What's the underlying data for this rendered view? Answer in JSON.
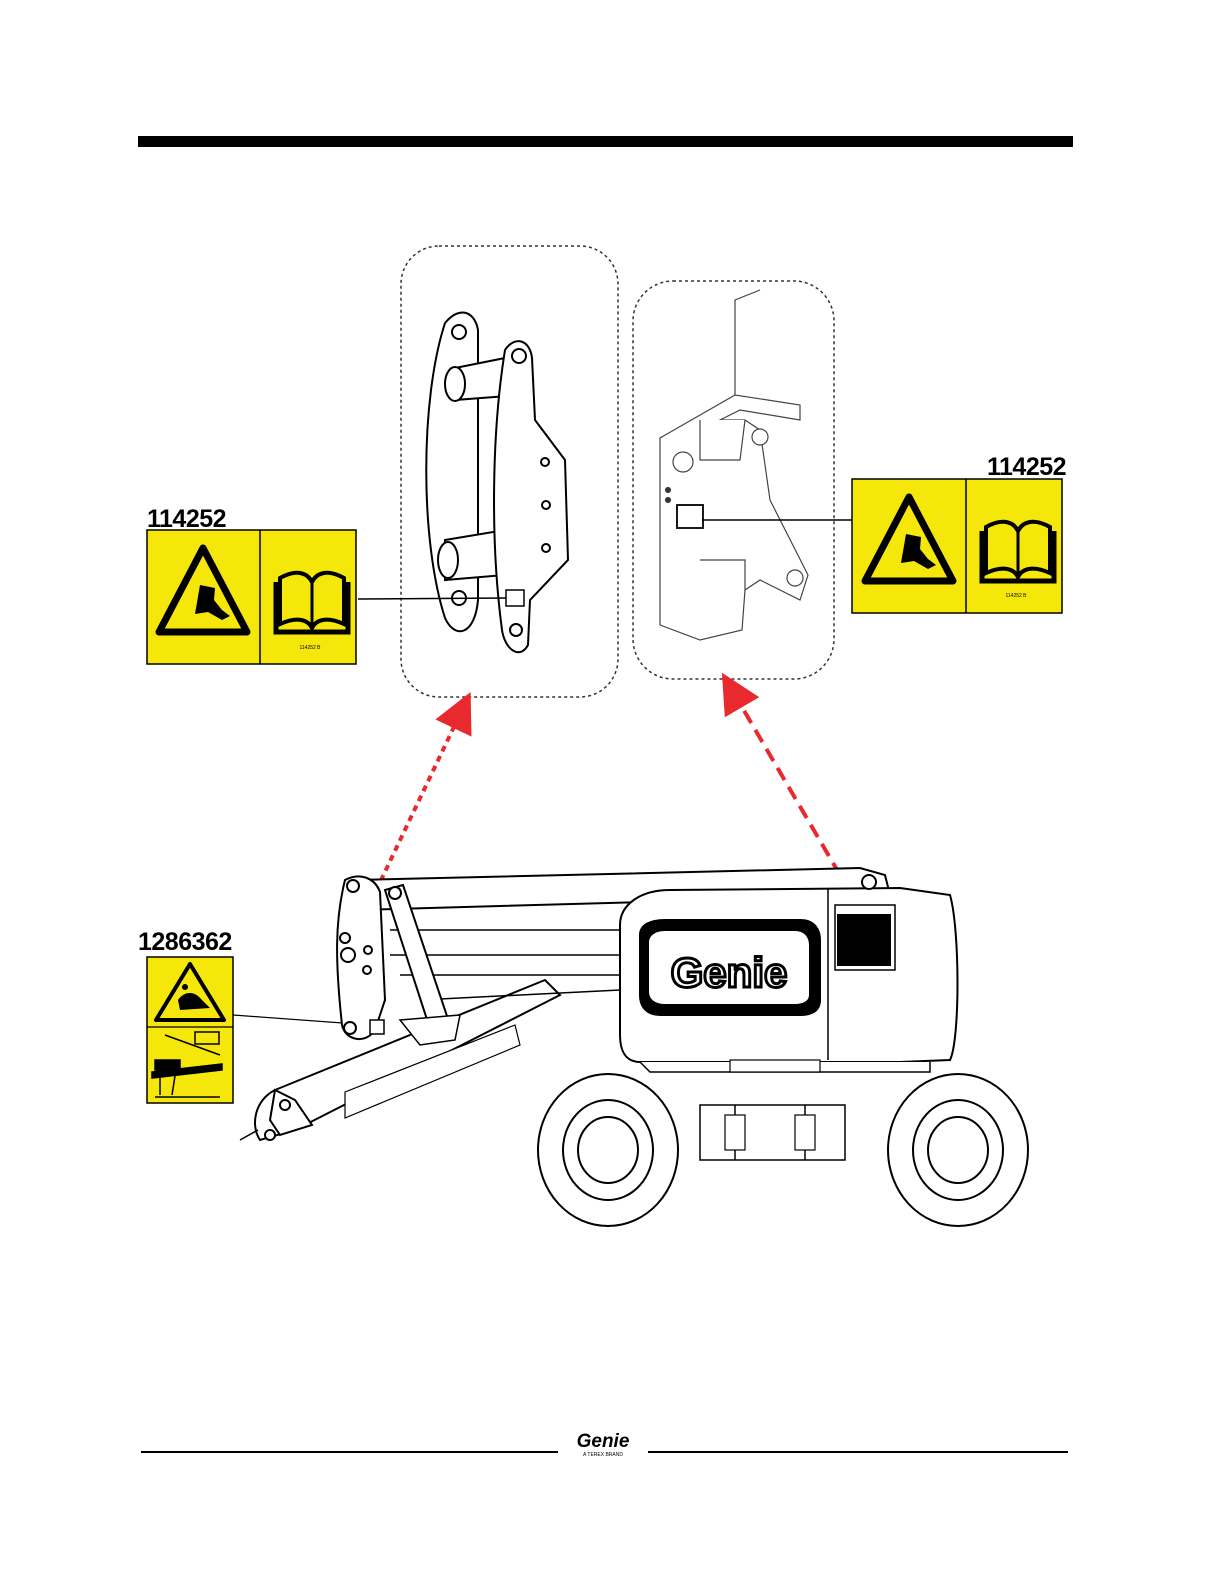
{
  "decals": {
    "left_upper": {
      "part_number": "114252",
      "small_code": "114252 B"
    },
    "right_upper": {
      "part_number": "114252",
      "small_code": "114252 B"
    },
    "left_lower": {
      "part_number": "1286362"
    }
  },
  "machine": {
    "brand_text": "Genie"
  },
  "footer": {
    "logo_text": "Genie",
    "logo_subtext": "A TEREX BRAND"
  },
  "colors": {
    "decal_yellow": "#f5e70a",
    "arrow_red": "#e8292e",
    "outline": "#000000"
  },
  "icons": [
    "warning-triangle-icon",
    "manual-book-icon",
    "crush-hazard-icon"
  ]
}
